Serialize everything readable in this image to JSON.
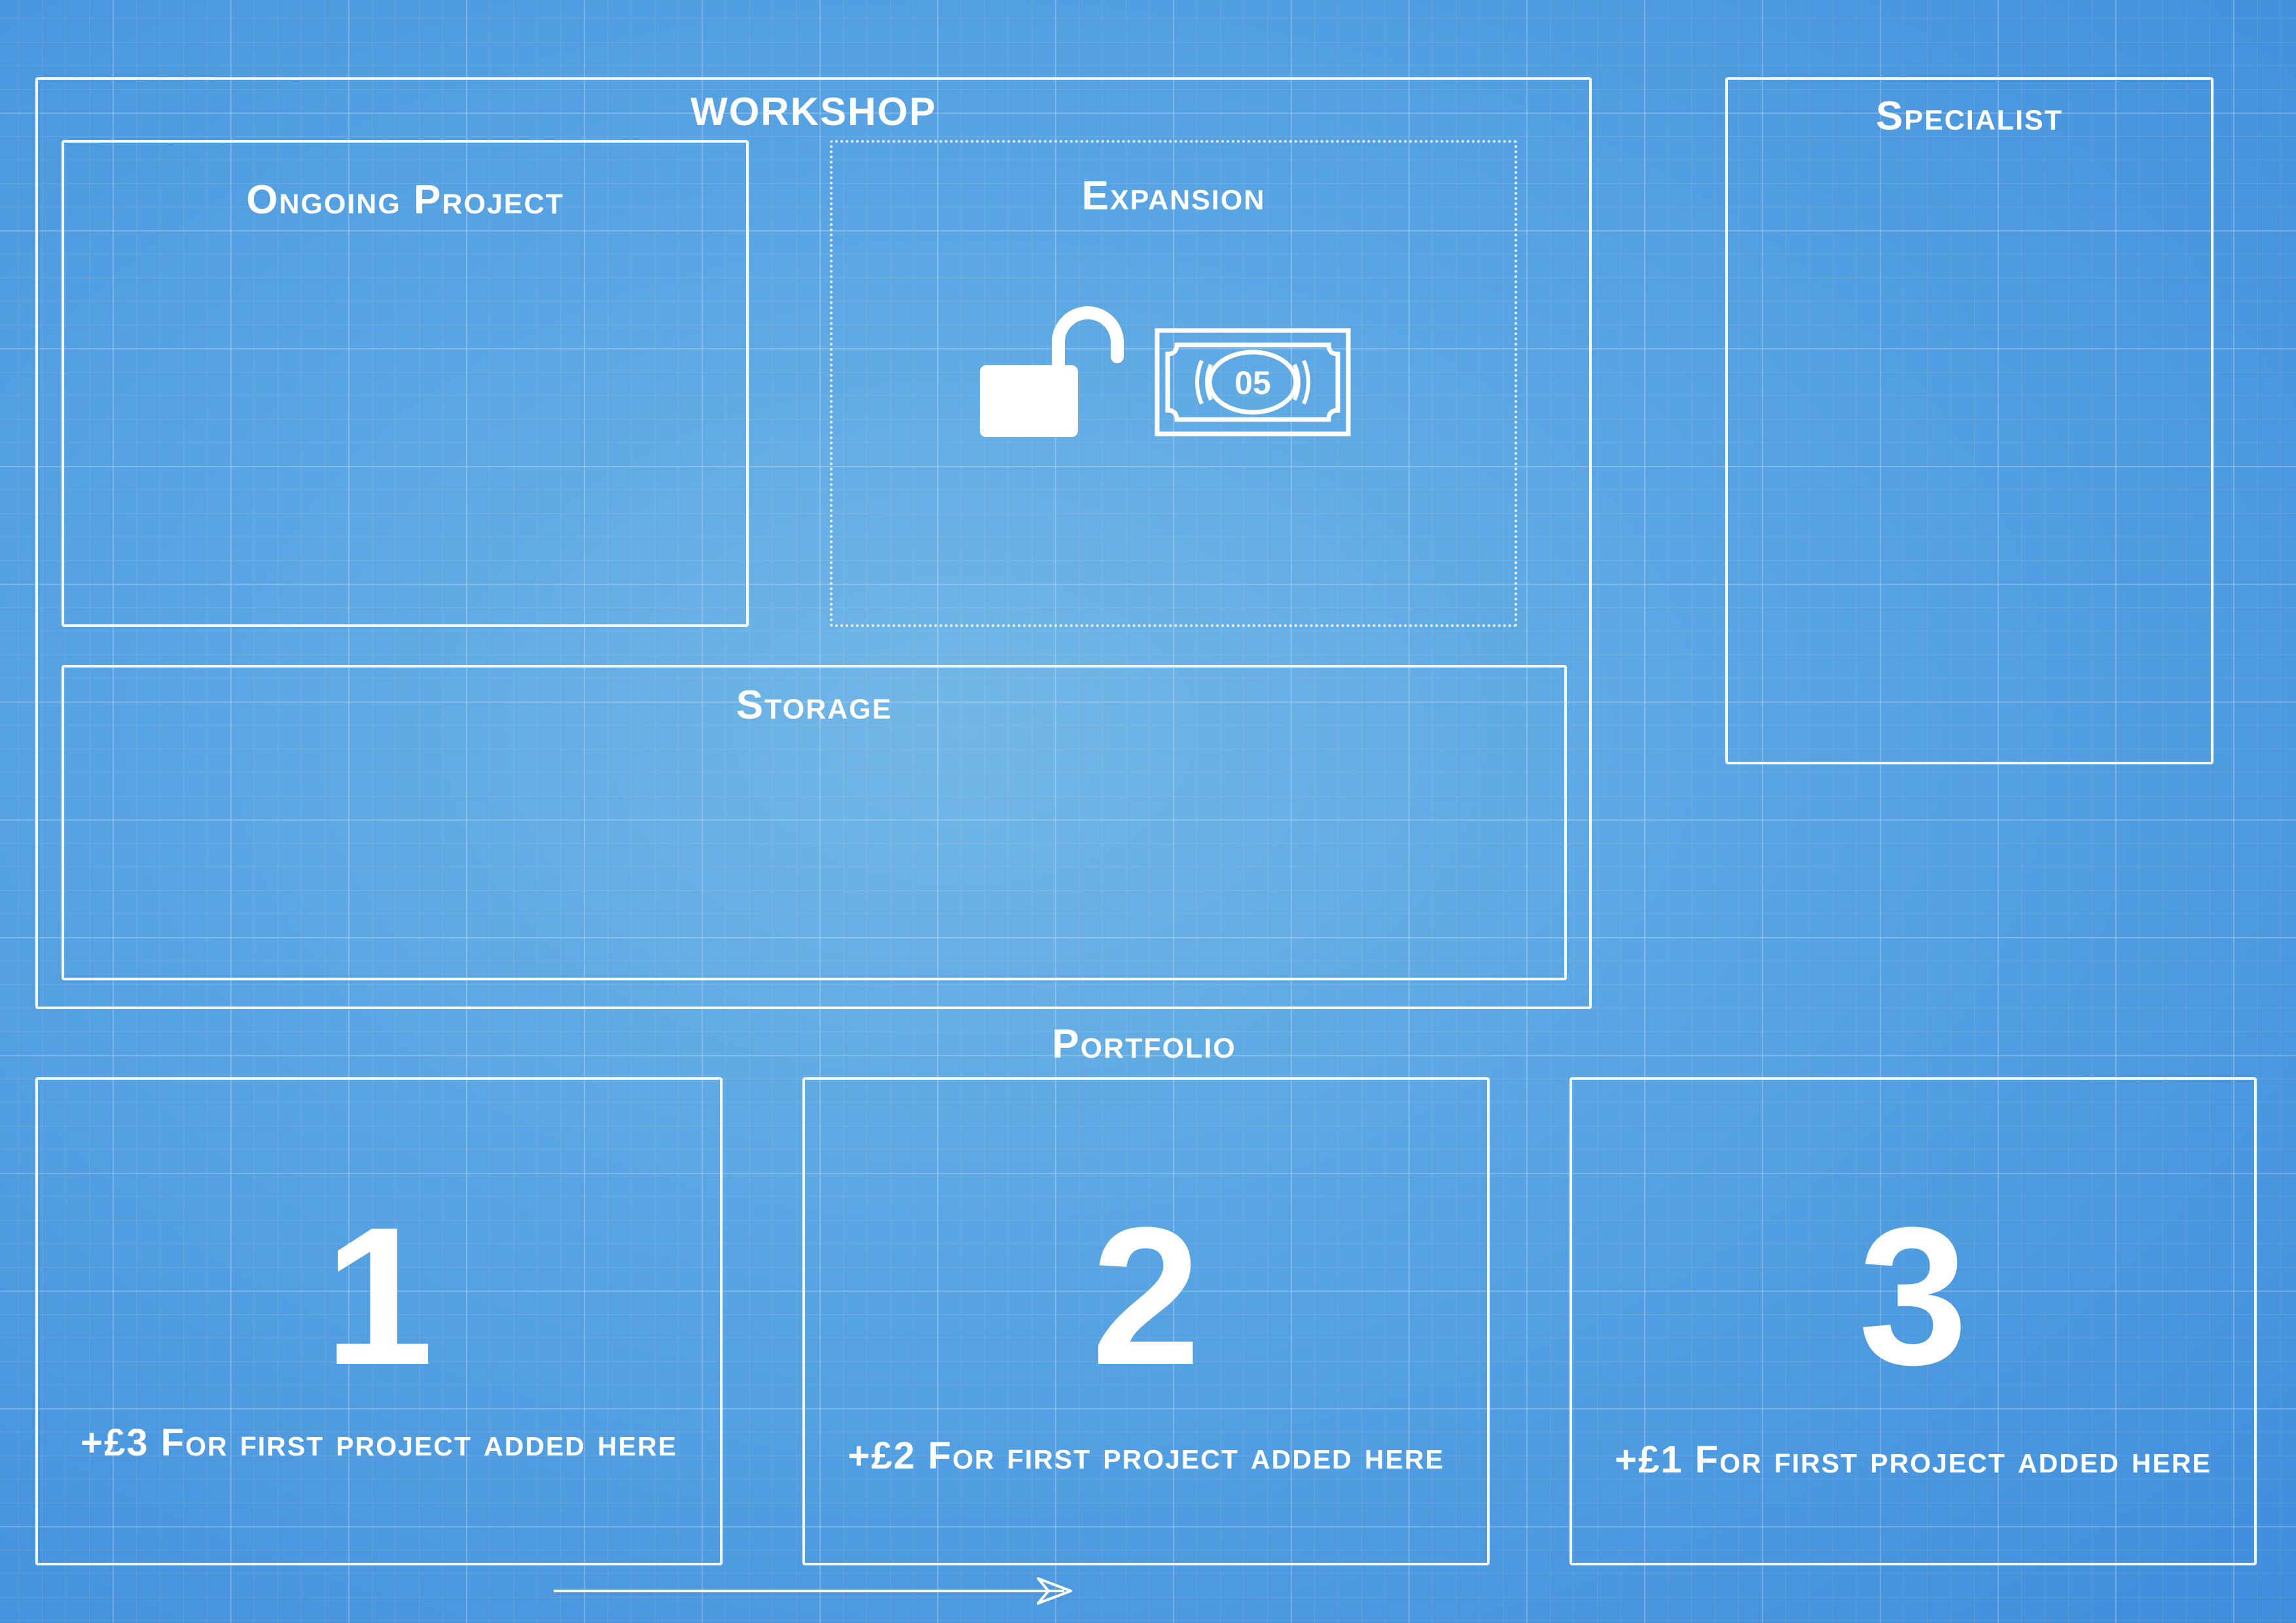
{
  "workshop": {
    "title": "WORKSHOP",
    "ongoing_project": {
      "title": "Ongoing Project"
    },
    "expansion": {
      "title": "Expansion",
      "unlock_icon": "unlock-padlock-icon",
      "cost_icon": "banknote-icon",
      "cost_value": "05"
    },
    "storage": {
      "title": "Storage"
    }
  },
  "specialist": {
    "title": "Specialist"
  },
  "portfolio": {
    "title": "Portfolio",
    "slots": [
      {
        "number": "1",
        "reward": "+£3 For first project added here"
      },
      {
        "number": "2",
        "reward": "+£2 For first project added here"
      },
      {
        "number": "3",
        "reward": "+£1 For first project added here"
      }
    ],
    "flow_arrow_icon": "arrow-right-icon"
  },
  "colors": {
    "background": "#4a9be0",
    "line": "#ffffff"
  }
}
